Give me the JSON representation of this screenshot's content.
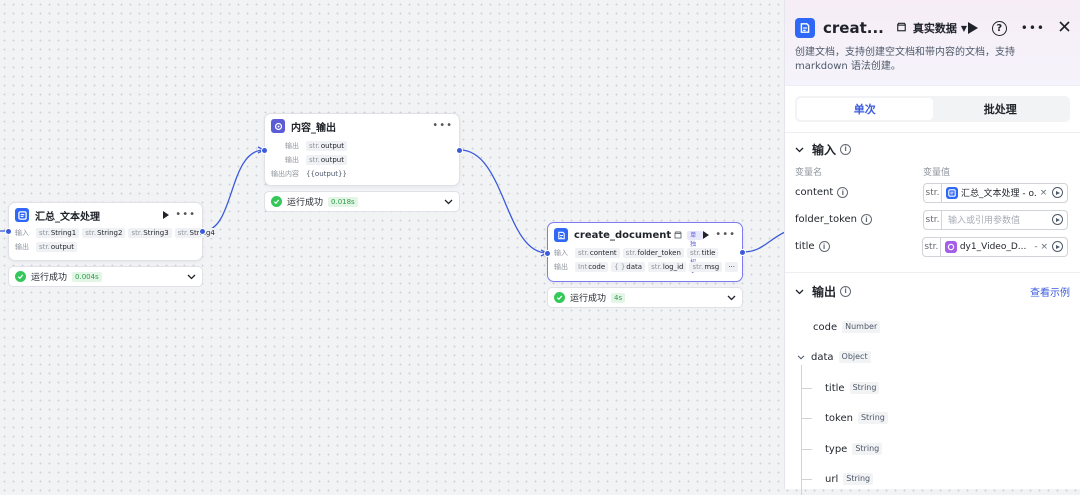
{
  "nodes": {
    "summary": {
      "title": "汇总_文本处理",
      "input_label": "输入",
      "inputs": [
        {
          "type": "str.",
          "name": "String1"
        },
        {
          "type": "str.",
          "name": "String2"
        },
        {
          "type": "str.",
          "name": "String3"
        },
        {
          "type": "str.",
          "name": "String4"
        }
      ],
      "output_label": "输出",
      "output": {
        "type": "str.",
        "name": "output"
      },
      "status": "运行成功",
      "time": "0.004s"
    },
    "content_output": {
      "title": "内容_输出",
      "output_label": "输出",
      "outputs": [
        {
          "type": "str.",
          "name": "output"
        },
        {
          "type": "str.",
          "name": "output"
        }
      ],
      "content_label": "输出内容",
      "content_value": "{{output}}",
      "status": "运行成功",
      "time": "0.018s"
    },
    "create_doc": {
      "title": "create_document",
      "badge": "单独授权",
      "input_label": "输入",
      "inputs": [
        {
          "type": "str.",
          "name": "content"
        },
        {
          "type": "str.",
          "name": "folder_token"
        },
        {
          "type": "str.",
          "name": "title"
        }
      ],
      "output_label": "输出",
      "outputs": [
        {
          "type": "Int",
          "name": "code"
        },
        {
          "type": "{ }",
          "name": "data"
        },
        {
          "type": "str.",
          "name": "log_id"
        },
        {
          "type": "str.",
          "name": "msg"
        }
      ],
      "status": "运行成功",
      "time": "4s"
    }
  },
  "panel": {
    "title": "creat...",
    "mode": "真实数据",
    "description": "创建文档，支持创建空文档和带内容的文档，支持 markdown 语法创建。",
    "tabs": [
      "单次",
      "批处理"
    ],
    "input_section": "输入",
    "col_name": "变量名",
    "col_value": "变量值",
    "vars": [
      {
        "name": "content",
        "type": "str.",
        "ref": "汇总_文本处理 - o.",
        "ref_color": "#2f67f6"
      },
      {
        "name": "folder_token",
        "type": "str.",
        "placeholder": "输入或引用参数值"
      },
      {
        "name": "title",
        "type": "str.",
        "ref": "dy1_Video_D...",
        "ref_color": "#a55ee8"
      }
    ],
    "output_section": "输出",
    "view_example": "查看示例",
    "outputs": [
      {
        "name": "code",
        "type": "Number"
      },
      {
        "name": "data",
        "type": "Object"
      },
      {
        "name": "title",
        "type": "String"
      },
      {
        "name": "token",
        "type": "String"
      },
      {
        "name": "type",
        "type": "String"
      },
      {
        "name": "url",
        "type": "String"
      }
    ]
  }
}
